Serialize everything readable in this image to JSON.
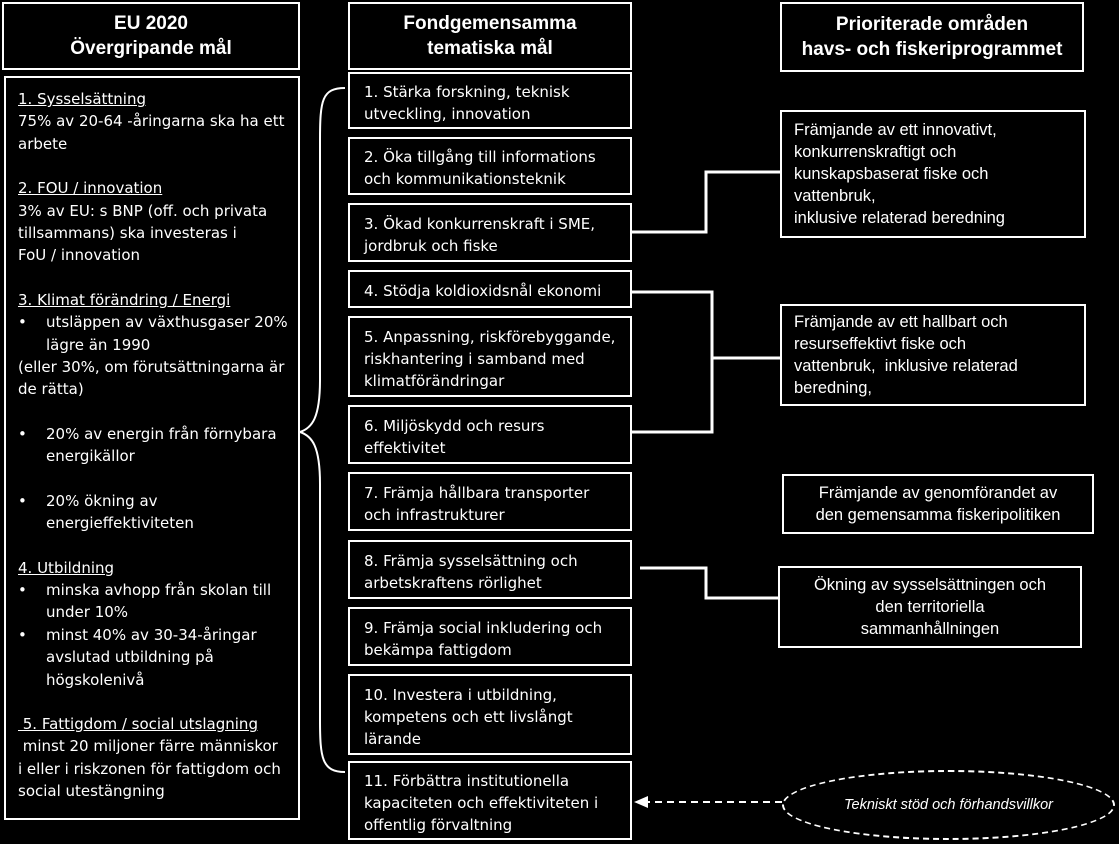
{
  "headers": {
    "eu": [
      "EU 2020",
      "Övergripande mål"
    ],
    "fund": [
      "Fondgemensamma",
      "tematiska mål"
    ],
    "prio": [
      "Prioriterade områden",
      "havs- och fiskeriprogrammet"
    ]
  },
  "eu_goals": [
    {
      "title": "1. Sysselsättning",
      "lines": [
        "75% av 20-64 -åringarna ska ha ett",
        "arbete"
      ]
    },
    {
      "title": "2. FOU / innovation",
      "lines": [
        "3% av EU: s BNP (off. och privata",
        "tillsammans) ska investeras i",
        "FoU / innovation"
      ]
    },
    {
      "title": "3. Klimat förändring / Energi",
      "bullets": [
        [
          "utsläppen av växthusgaser 20%",
          "lägre än 1990"
        ]
      ],
      "lines": [
        "(eller 30%, om förutsättningarna är",
        "de rätta)"
      ],
      "bullets2": [
        [
          "20% av energin från förnybara",
          "energikällor"
        ],
        [
          "20% ökning av",
          "energieffektiviteten"
        ]
      ]
    },
    {
      "title": "4. Utbildning",
      "bullets": [
        [
          "minska avhopp från skolan till",
          "under 10%"
        ],
        [
          "minst 40% av 30-34-åringar",
          "avslutad utbildning på",
          "högskolenivå"
        ]
      ]
    },
    {
      "title": " 5. Fattigdom / social utslagning",
      "lines": [
        " minst 20 miljoner färre människor",
        "i eller i riskzonen för fattigdom och",
        "social utestängning"
      ]
    }
  ],
  "thematic_goals": [
    [
      "1. Stärka forskning, teknisk",
      "utveckling, innovation"
    ],
    [
      "2. Öka tillgång till informations",
      "och kommunikationsteknik"
    ],
    [
      "3. Ökad konkurrenskraft i SME,",
      "jordbruk och fiske"
    ],
    [
      "4. Stödja koldioxidsnål ekonomi"
    ],
    [
      "5. Anpassning, riskförebyggande,",
      "riskhantering i samband med",
      "klimatförändringar"
    ],
    [
      "6. Miljöskydd och resurs",
      "effektivitet"
    ],
    [
      "7. Främja hållbara transporter",
      "och infrastrukturer"
    ],
    [
      "8. Främja sysselsättning och",
      "arbetskraftens rörlighet"
    ],
    [
      "9. Främja social inkludering och",
      "bekämpa fattigdom"
    ],
    [
      "10. Investera i utbildning,",
      "kompetens och ett livslångt",
      "lärande"
    ],
    [
      "11. Förbättra institutionella",
      "kapaciteten och effektiviteten i",
      "offentlig förvaltning"
    ]
  ],
  "priorities": [
    [
      "Främjande av ett innovativt,",
      "konkurrenskraftigt och",
      "kunskapsbaserat fiske och",
      "vattenbruk,",
      "inklusive relaterad beredning"
    ],
    [
      "Främjande av ett hallbart och",
      "resurseffektivt fiske och",
      "vattenbruk,  inklusive relaterad",
      "beredning,"
    ],
    [
      "Främjande av genomförandet av",
      "den gemensamma fiskeripolitiken"
    ],
    [
      "Ökning av sysselsättningen och",
      "den territoriella",
      "sammanhållningen"
    ]
  ],
  "technical_support": "Tekniskt stöd och förhandsvillkor"
}
